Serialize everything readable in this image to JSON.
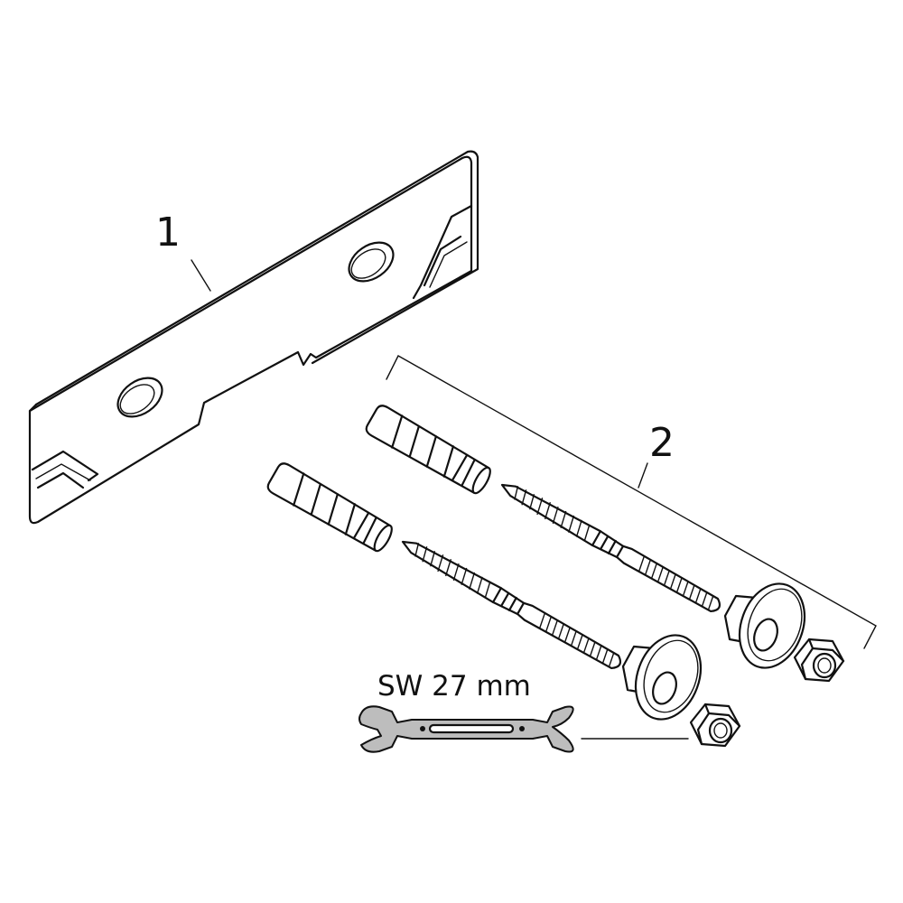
{
  "callouts": [
    {
      "id": "1",
      "label": "1"
    },
    {
      "id": "2",
      "label": "2"
    }
  ],
  "tool": {
    "label": "SW 27 mm",
    "icon": "open-end-wrench-icon"
  },
  "parts": [
    {
      "icon": "mounting-plate-icon"
    },
    {
      "icon": "wall-plug-icon"
    },
    {
      "icon": "wall-plug-icon"
    },
    {
      "icon": "hanger-bolt-icon"
    },
    {
      "icon": "hanger-bolt-icon"
    },
    {
      "icon": "flange-washer-icon"
    },
    {
      "icon": "flange-washer-icon"
    },
    {
      "icon": "hex-nut-icon"
    },
    {
      "icon": "hex-nut-icon"
    }
  ],
  "colors": {
    "line": "#111111",
    "fill": "#ffffff",
    "tool_fill": "#bdbdbd"
  }
}
